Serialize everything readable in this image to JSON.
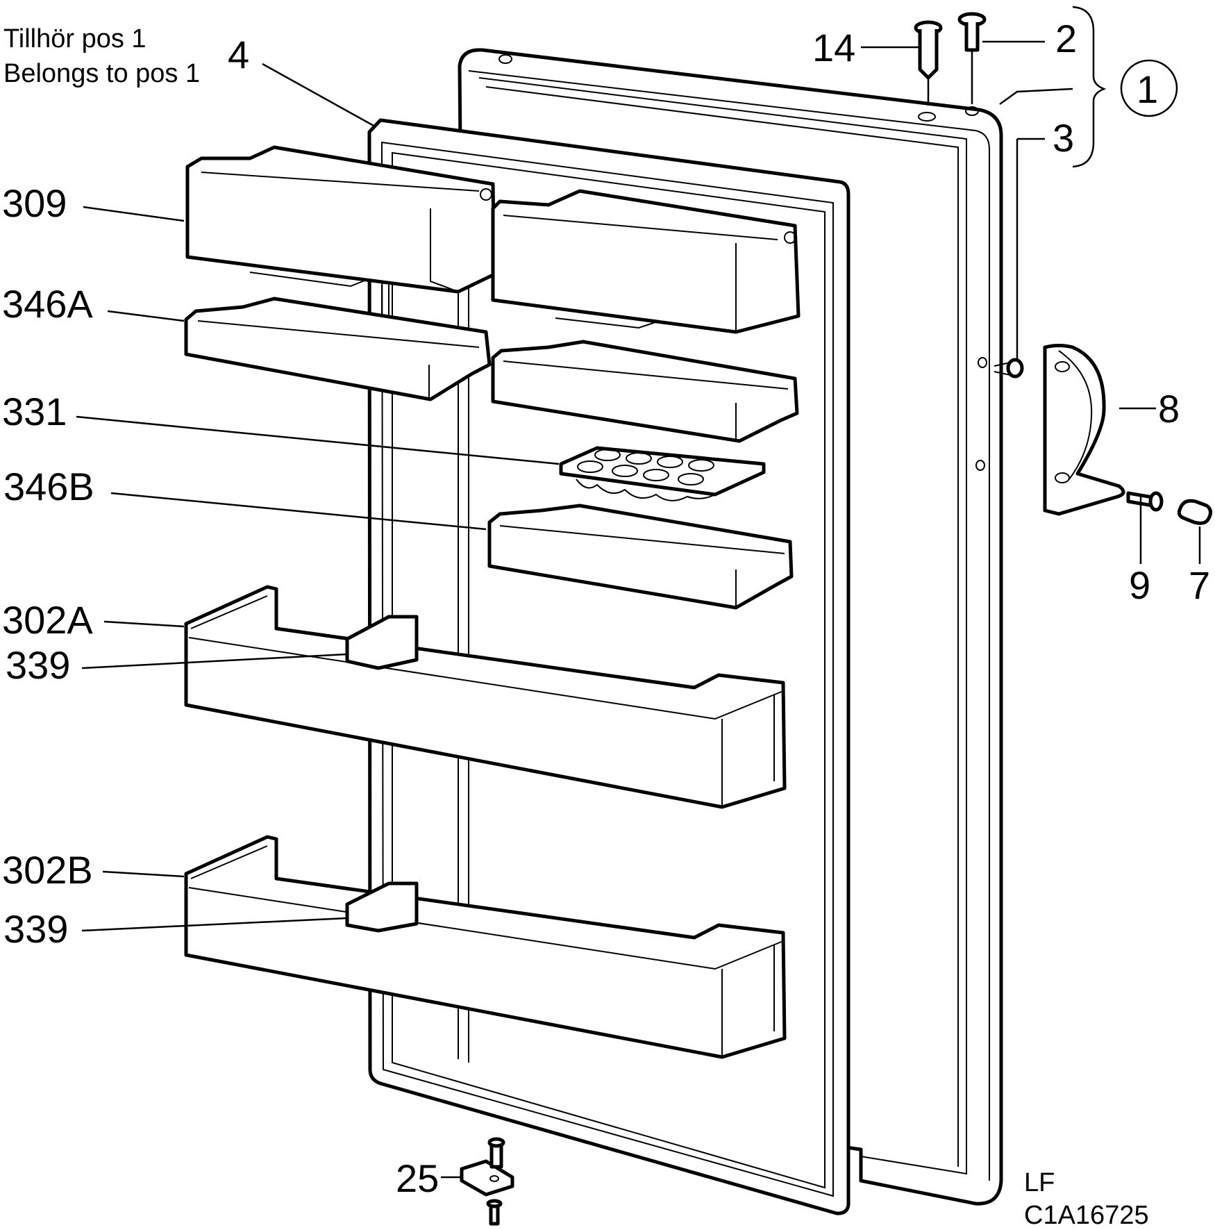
{
  "note": {
    "line1": "Tillhör pos 1",
    "line2": "Belongs to pos 1"
  },
  "callouts": {
    "c4": "4",
    "c14": "14",
    "c2": "2",
    "c3": "3",
    "c1": "1",
    "c309": "309",
    "c346A": "346A",
    "c331": "331",
    "c346B": "346B",
    "c302A": "302A",
    "c339a": "339",
    "c302B": "302B",
    "c339b": "339",
    "c8": "8",
    "c9": "9",
    "c7": "7",
    "c25": "25"
  },
  "footer": {
    "code1": "LF",
    "code2": "C1A16725"
  }
}
